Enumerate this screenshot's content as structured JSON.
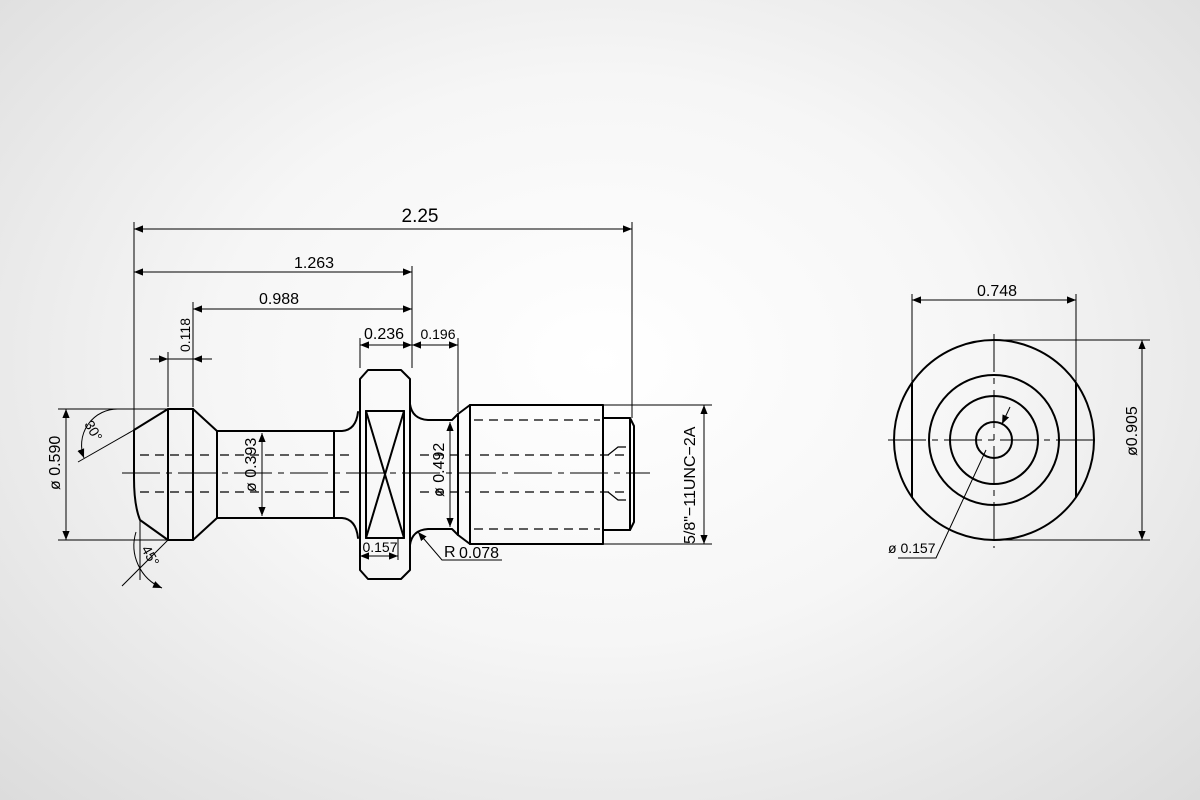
{
  "side_view": {
    "overall_length": "2.25",
    "flange_position": "1.263",
    "neck_length": "0.988",
    "head_width": "0.118",
    "flange_width": "0.236",
    "relief_width": "0.196",
    "head_diameter": "ø 0.590",
    "head_angle_top": "30°",
    "head_angle_bottom": "45°",
    "neck_diameter": "ø 0.393",
    "relief_diameter": "ø 0.492",
    "thread_spec": "5/8\"−11UNC−2A",
    "flat_width": "0.157",
    "fillet_radius_prefix": "R",
    "fillet_radius_value": "0.078"
  },
  "end_view": {
    "width": "0.748",
    "outer_diameter": "ø0.905",
    "bore_diameter": "ø 0.157"
  }
}
